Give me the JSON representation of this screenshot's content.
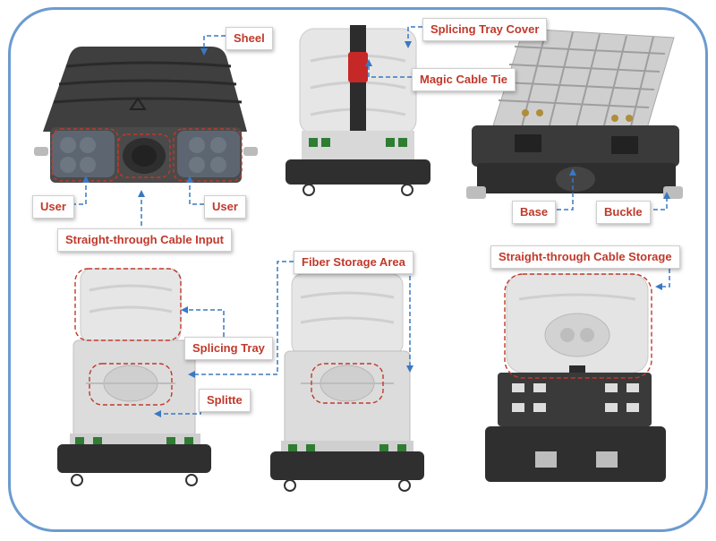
{
  "labels": {
    "sheel": "Sheel",
    "splicing_tray_cover": "Splicing Tray Cover",
    "magic_cable_tie": "Magic Cable Tie",
    "user_left": "User",
    "user_right": "User",
    "straight_through_cable_input": "Straight-through Cable Input",
    "base": "Base",
    "buckle": "Buckle",
    "fiber_storage_area": "Fiber Storage Area",
    "straight_through_cable_storage": "Straight-through Cable Storage",
    "splicing_tray": "Splicing Tray",
    "splitte": "Splitte"
  },
  "colors": {
    "frame_border": "#6b9bd0",
    "label_text": "#c0392b",
    "leader_line": "#3a78c2",
    "highlight_dash": "#c0392b",
    "tray_plastic": "#e4e4e4",
    "housing_dark": "#3a3a3a"
  }
}
